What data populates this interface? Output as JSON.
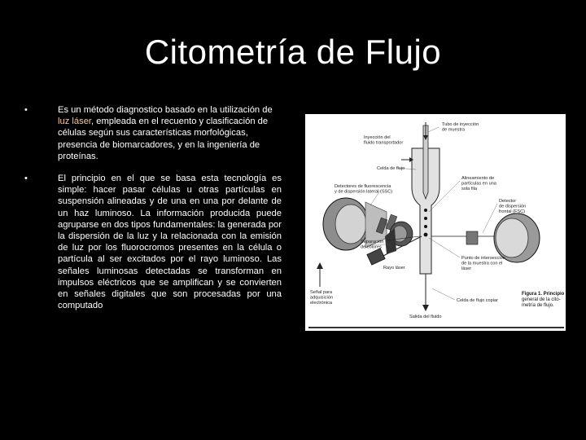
{
  "slide": {
    "title": "Citometría de Flujo",
    "bullets": [
      {
        "before": "Es un método diagnostico basado en la utilización de ",
        "highlight": "luz láser",
        "after": ", empleada en el recuento y clasificación de células según sus características morfológicas, presencia de biomarcadores, y en la ingeniería de proteínas."
      },
      {
        "text": "El principio en el que se basa esta tecnología es simple: hacer pasar células u otras partículas en suspensión alineadas y de una en una por delante de un haz luminoso. La información producida puede agruparse en dos tipos fundamentales: la generada por la dispersión de la luz y la relacionada con la emisión de luz por los fluorocromos presentes en la célula o partícula al ser excitados por el rayo luminoso. Las señales luminosas detectadas se transforman en impulsos eléctricos que se amplifican y se convierten en señales digitales que son procesadas por una computado"
      }
    ],
    "bullet_symbol": "•",
    "highlight_color": "#f3c6a1"
  },
  "figure": {
    "labels": {
      "tubo": [
        "Tubo de inyección",
        "de muestra"
      ],
      "inyeccion": [
        "Inyección del",
        "fluido transportador"
      ],
      "celda": "Celda de flujo",
      "alineamiento": [
        "Alineamiento de",
        "partículas en una",
        "sola fila"
      ],
      "detectores": [
        "Detectores de fluorescencia",
        "y de dispersión lateral (SSC)"
      ],
      "detector_frontal": [
        "Detector",
        "de dispersión",
        "frontal (FSC)"
      ],
      "separacion": [
        "Separación",
        "de colores"
      ],
      "rayo": "Rayo láser",
      "punto": [
        "Punto de intersección",
        "de la muestra con el",
        "láser"
      ],
      "senal": [
        "Señal para",
        "adquisición",
        "electrónica"
      ],
      "celda_copiar": "Celda de flujo copiar",
      "salida": "Salida del fluido"
    },
    "caption": [
      "Figura 1. Principio",
      "general de la cito-",
      "metría de flujo."
    ]
  }
}
